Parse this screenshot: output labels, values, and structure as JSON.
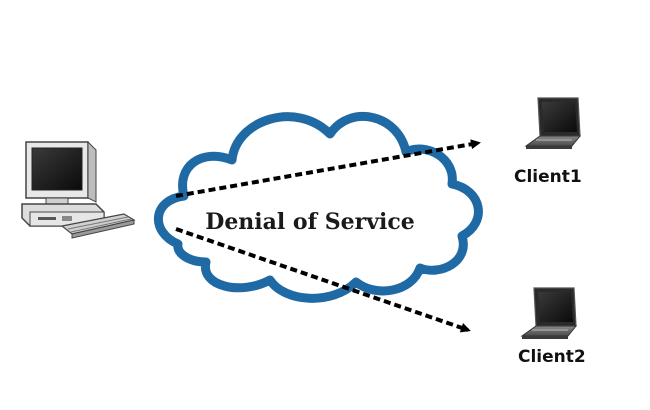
{
  "diagram": {
    "cloud_label": "Denial of Service",
    "nodes": [
      {
        "id": "attacker",
        "icon": "desktop-computer-icon"
      },
      {
        "id": "client1",
        "icon": "laptop-icon",
        "label": "Client1"
      },
      {
        "id": "client2",
        "icon": "laptop-icon",
        "label": "Client2"
      }
    ],
    "edges": [
      {
        "from": "attacker",
        "to": "client1",
        "style": "dashed-arrow"
      },
      {
        "from": "attacker",
        "to": "client2",
        "style": "dashed-arrow"
      }
    ],
    "colors": {
      "cloud_stroke": "#1f6aa5",
      "arrow": "#000000"
    }
  }
}
